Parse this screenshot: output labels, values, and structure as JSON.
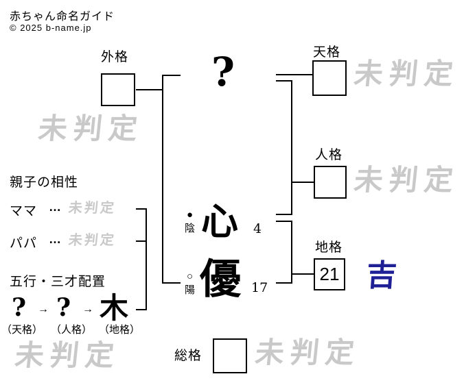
{
  "header": {
    "title": "赤ちゃん命名ガイド",
    "copyright": "© 2025 b-name.jp"
  },
  "kaku": {
    "gaikaku": {
      "label": "外格",
      "value": "",
      "result": "未判定"
    },
    "tenkaku": {
      "label": "天格",
      "value": "",
      "result": "未判定"
    },
    "jinkaku": {
      "label": "人格",
      "value": "",
      "result": "未判定"
    },
    "chikaku": {
      "label": "地格",
      "value": "21",
      "result": "吉"
    },
    "soukaku": {
      "label": "総格",
      "value": "",
      "result": "未判定"
    }
  },
  "name": {
    "surname_char": "?",
    "given_char_1": {
      "char": "心",
      "strokes": "4",
      "inyo_symbol": "●",
      "inyo_label": "陰"
    },
    "given_char_2": {
      "char": "優",
      "strokes": "17",
      "inyo_symbol": "○",
      "inyo_label": "陽"
    }
  },
  "watermarks": {
    "gaikaku": "未判定",
    "tenkaku": "未判定",
    "jinkaku": "未判定",
    "soukaku": "未判定",
    "sansai": "未判定"
  },
  "compatibility": {
    "title": "親子の相性",
    "rows": [
      {
        "label": "ママ",
        "dots": "…",
        "result": "未判定"
      },
      {
        "label": "パパ",
        "dots": "…",
        "result": "未判定"
      }
    ]
  },
  "gogyo": {
    "title": "五行・三才配置",
    "arrow": "→",
    "items": [
      {
        "element": "?",
        "caption": "（天格）"
      },
      {
        "element": "?",
        "caption": "（人格）"
      },
      {
        "element": "木",
        "caption": "（地格）"
      }
    ]
  },
  "colors": {
    "result_good": "#1f1f96",
    "watermark_gray": "#c9c9c9",
    "line_black": "#000000"
  }
}
